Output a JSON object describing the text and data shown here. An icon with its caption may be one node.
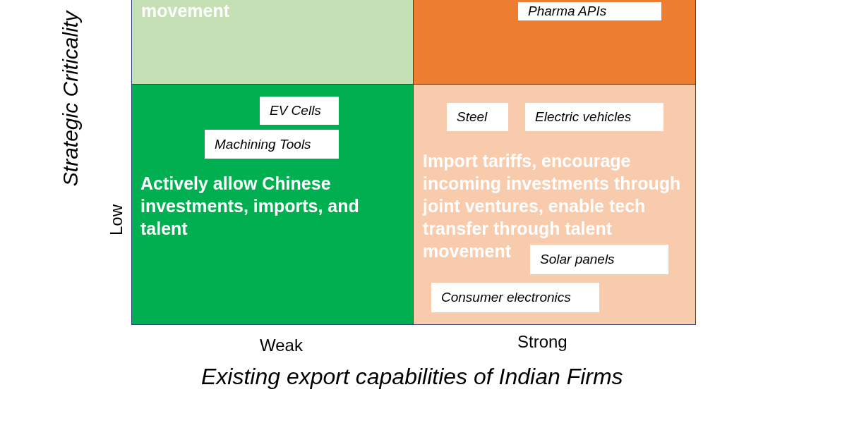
{
  "diagram": {
    "nodes": [
      {
        "text": [
          "movement"
        ]
      },
      {
        "text": [],
        "shape": "box"
      },
      {
        "text": [
          "Pharma APIs"
        ],
        "in": 1
      },
      {
        "text": [
          "Actively allow Chinese investments, imports, and talent"
        ]
      },
      {
        "text": [
          "EV Cells"
        ],
        "in": 3
      },
      {
        "text": [
          "Machining Tools"
        ],
        "in": 3
      },
      {
        "text": [
          "Import tariffs, encourage incoming investments through joint ventures, enable tech transfer through talent movement"
        ]
      },
      {
        "text": [
          "Steel"
        ],
        "in": 6
      },
      {
        "text": [
          "Electric vehicles"
        ],
        "in": 6
      },
      {
        "text": [
          "Solar panels"
        ],
        "in": 6
      },
      {
        "text": [
          "Consumer electronics"
        ],
        "in": 6
      }
    ],
    "edges": [],
    "labels": [
      "Strategic Criticality",
      "Low",
      "Weak",
      "Strong",
      "Existing export capabilities of Indian Firms"
    ]
  }
}
